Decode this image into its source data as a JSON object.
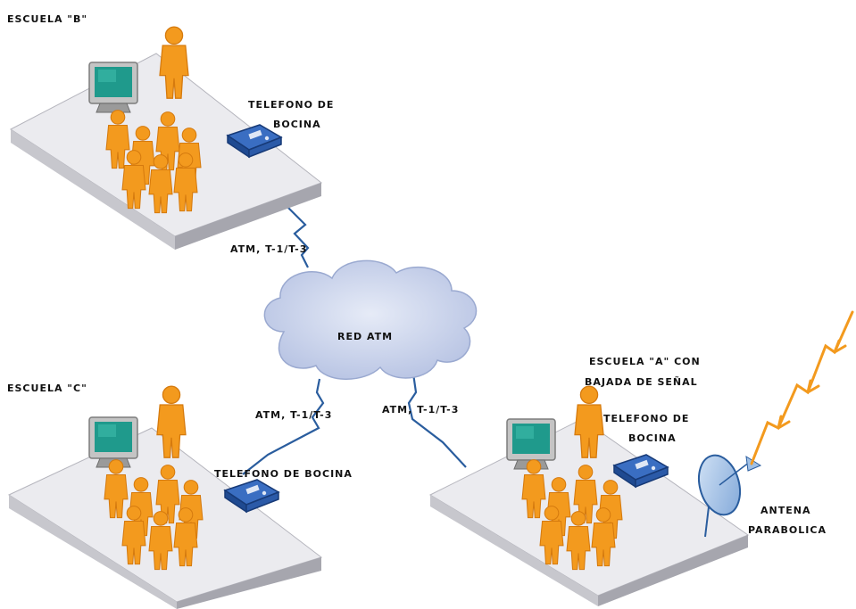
{
  "labels": {
    "school_b": "ESCUELA \"B\"",
    "school_c": "ESCUELA \"C\"",
    "school_a_line1": "ESCUELA \"A\" CON",
    "school_a_line2": "BAJADA DE SEÑAL",
    "phone_b_line1": "TELEFONO DE",
    "phone_b_line2": "BOCINA",
    "phone_c": "TELEFONO DE BOCINA",
    "phone_a_line1": "TELEFONO DE",
    "phone_a_line2": "BOCINA",
    "cloud": "RED ATM",
    "link_b": "ATM, T-1/T-3",
    "link_c": "ATM, T-1/T-3",
    "link_a": "ATM, T-1/T-3",
    "antenna_line1": "ANTENA",
    "antenna_line2": "PARABOLICA"
  },
  "colors": {
    "platform_top": "#ebebef",
    "platform_side": "#a9a9b1",
    "platform_front": "#c9c9cf",
    "person": "#f39a1e",
    "person_shade": "#d57a0e",
    "monitor_frame": "#b8b8b8",
    "monitor_screen": "#1f9a8c",
    "phone": "#2c5aa8",
    "cloud": "#c8d2ea",
    "cloud_edge": "#9aa9d0",
    "link": "#2a5d9e",
    "signal": "#f39a1e",
    "dish": "#9fc0e6"
  }
}
